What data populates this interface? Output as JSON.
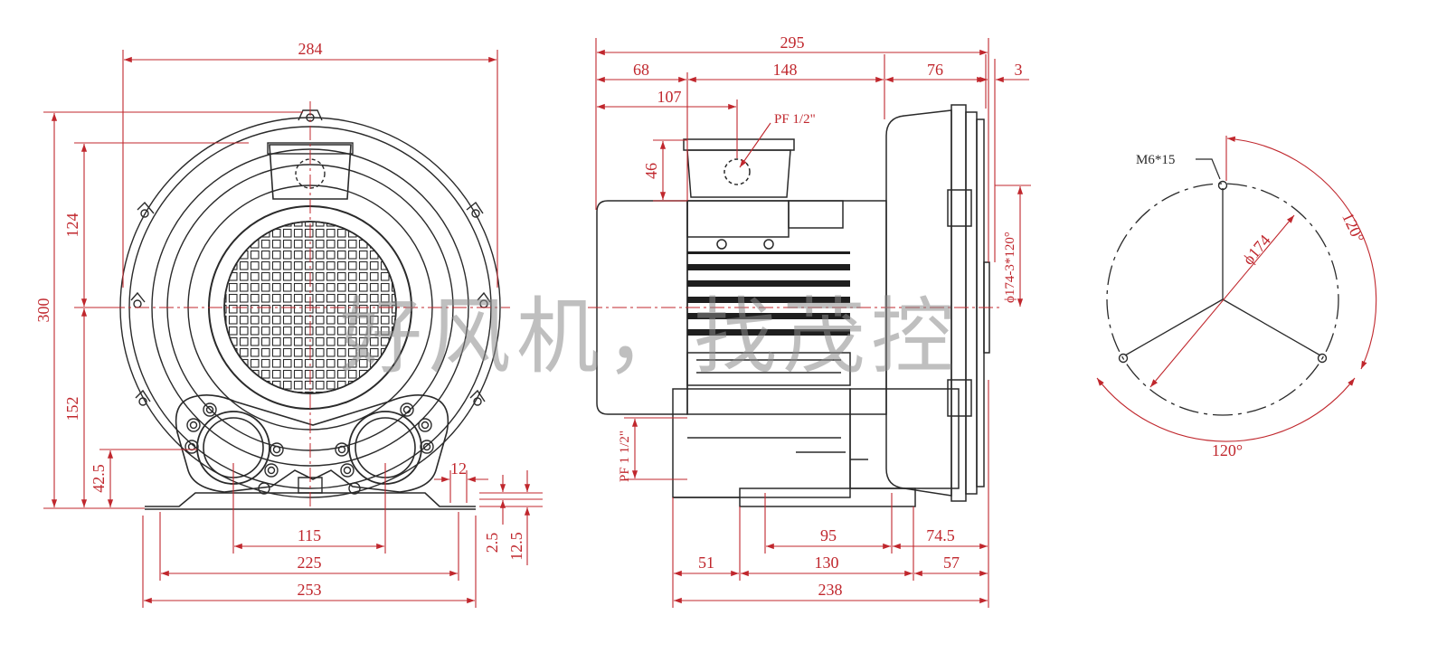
{
  "colors": {
    "dimension": "#c0272d",
    "outline": "#2a2a2a",
    "watermark": "#8a8a8a"
  },
  "front_view": {
    "width_overall": "284",
    "height_overall": "300",
    "height_upper": "124",
    "height_lower": "152",
    "port_height": "42.5",
    "ports_spacing": "115",
    "foot_inner": "225",
    "foot_outer": "253",
    "foot_slot": "12",
    "foot_thickness": "2.5",
    "foot_height": "12.5"
  },
  "side_view": {
    "length_overall": "295",
    "motor_part": "68",
    "body_part": "148",
    "housing_part": "76",
    "flange": "3",
    "inlet_offset": "107",
    "inlet_label": "PF 1/2\"",
    "inlet_height": "46",
    "drain_label": "PF 1 1/2\"",
    "mount_hole_label": "ϕ174-3*120°",
    "base_inner": "95",
    "base_offset": "74.5",
    "base_left": "51",
    "base_center": "130",
    "base_right": "57",
    "base_overall": "238"
  },
  "flange_view": {
    "bolt_label": "M6*15",
    "pcd_label": "ϕ174",
    "angle_right": "120°",
    "angle_bottom": "120°"
  },
  "watermark": {
    "text": "好风机，找茂控"
  }
}
